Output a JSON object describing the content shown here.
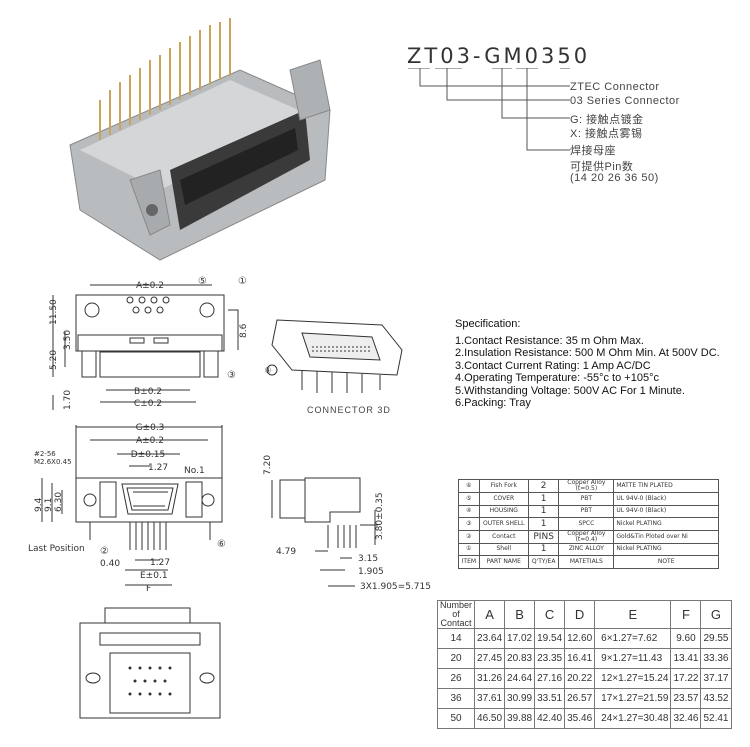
{
  "part_number": "ZT03-GM0350",
  "legend": [
    "ZTEC Connector",
    "03 Series Connector",
    "G: 接触点镀金",
    "X: 接触点雾锡",
    "焊接母座",
    "可提供Pin数",
    "(14 20 26 36 50)"
  ],
  "specification": {
    "title": "Specification:",
    "items": [
      "1.Contact Resistance: 35 m Ohm Max.",
      "2.Insulation Resistance: 500 M Ohm Min. At 500V DC.",
      "3.Contact Current Rating: 1 Amp AC/DC",
      "4.Operating Temperature: -55°c to +105°c",
      "5.Withstanding Voltage: 500V AC For 1 Minute.",
      "6.Packing: Tray"
    ]
  },
  "connector_3d_label": "CONNECTOR 3D",
  "drawing_labels": {
    "top_view": {
      "a": "A±0.2",
      "b": "B±0.2",
      "c": "C±0.2",
      "h1": "11.50",
      "h2": "3.50",
      "h3": "5.20",
      "h4": "1.70",
      "h5": "8.6",
      "c1": "①",
      "c3": "③",
      "c5": "⑤"
    },
    "front_view": {
      "g": "G±0.3",
      "a": "A±0.2",
      "d": "D±0.15",
      "p1": "1.27",
      "no1": "No.1",
      "screw1": "#2-56",
      "screw2": "M2.6X0.45",
      "h1": "9.4",
      "h2": "9.1",
      "h3": "6.30",
      "last": "Last Position",
      "w": "0.40",
      "p2": "1.27",
      "e": "E±0.1",
      "f": "F",
      "c2": "②",
      "c6": "⑥"
    },
    "side_view": {
      "h1": "7.20",
      "h2": "3.80±0.35",
      "d1": "4.79",
      "d2": "3.15",
      "d3": "1.905",
      "d4": "3X1.905=5.715"
    },
    "callout_4": "④"
  },
  "bom": {
    "rows": [
      [
        "⑥",
        "Fish Fork",
        "2",
        "Copper Alloy (t=0.5)",
        "MATTE TIN PLATED"
      ],
      [
        "⑤",
        "COVER",
        "1",
        "PBT",
        "UL 94V-0 (Black)"
      ],
      [
        "④",
        "HOUSING",
        "1",
        "PBT",
        "UL 94V-0 (Black)"
      ],
      [
        "③",
        "OUTER SHELL",
        "1",
        "SPCC",
        "Nickel PLATING"
      ],
      [
        "②",
        "Contact",
        "PINS",
        "Copper Alloy (t=0.4)",
        "Gold&Tin Ploted over Ni"
      ],
      [
        "①",
        "Shell",
        "1",
        "ZINC ALLOY",
        "Nickel PLATING"
      ]
    ],
    "header": [
      "ITEM",
      "PART NAME",
      "Q'TY/EA",
      "MATETIALS",
      "NOTE"
    ]
  },
  "dimensions": {
    "header": [
      "Number of Contact",
      "A",
      "B",
      "C",
      "D",
      "E",
      "F",
      "G"
    ],
    "rows": [
      [
        "14",
        "23.64",
        "17.02",
        "19.54",
        "12.60",
        "6×1.27=7.62",
        "9.60",
        "29.55"
      ],
      [
        "20",
        "27.45",
        "20.83",
        "23.35",
        "16.41",
        "9×1.27=11.43",
        "13.41",
        "33.36"
      ],
      [
        "26",
        "31.26",
        "24.64",
        "27.16",
        "20.22",
        "12×1.27=15.24",
        "17.22",
        "37.17"
      ],
      [
        "36",
        "37.61",
        "30.99",
        "33.51",
        "26.57",
        "17×1.27=21.59",
        "23.57",
        "43.52"
      ],
      [
        "50",
        "46.50",
        "39.88",
        "42.40",
        "35.46",
        "24×1.27=30.48",
        "32.46",
        "52.41"
      ]
    ]
  }
}
